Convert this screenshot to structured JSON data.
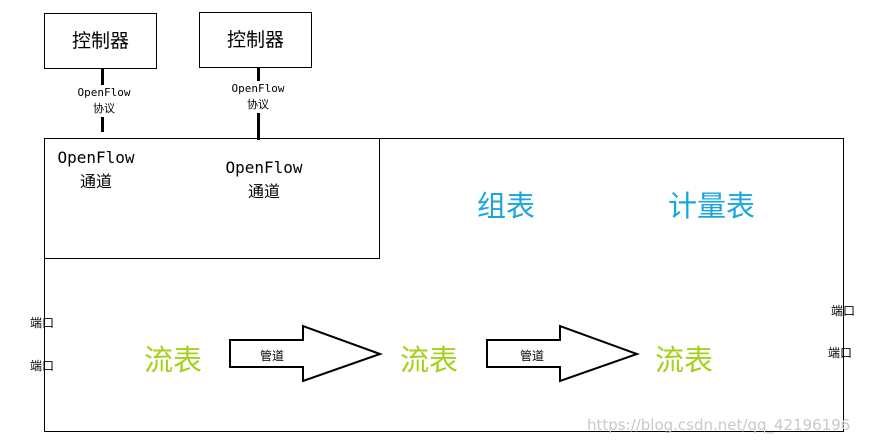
{
  "controllers": [
    {
      "label": "控制器",
      "protocol_line1": "OpenFlow",
      "protocol_line2": "协议"
    },
    {
      "label": "控制器",
      "protocol_line1": "OpenFlow",
      "protocol_line2": "协议"
    }
  ],
  "channels": [
    {
      "line1": "OpenFlow",
      "line2": "通道"
    },
    {
      "line1": "OpenFlow",
      "line2": "通道"
    }
  ],
  "tables": {
    "group": "组表",
    "meter": "计量表",
    "flow": [
      "流表",
      "流表",
      "流表"
    ]
  },
  "pipes": [
    "管道",
    "管道"
  ],
  "ports": {
    "left": [
      "端口",
      "端口"
    ],
    "right": [
      "端口",
      "端口"
    ]
  },
  "watermark": "https://blog.csdn.net/qq_42196196",
  "colors": {
    "blue": "#1aa6dc",
    "green": "#a3d11b"
  }
}
